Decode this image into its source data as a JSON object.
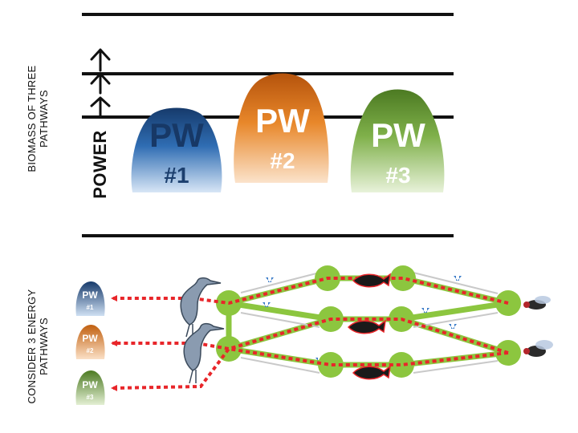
{
  "labels": {
    "biomass": [
      "BIOMASS OF THREE",
      "PATHWAYS"
    ],
    "energy": [
      "CONSIDER 3 ENERGY",
      "PATHWAYS"
    ],
    "power": "POWER"
  },
  "pathways": [
    {
      "abbr": "PW",
      "num": "#1",
      "color": "#2f6db3"
    },
    {
      "abbr": "PW",
      "num": "#2",
      "color": "#e07a1f"
    },
    {
      "abbr": "PW",
      "num": "#3",
      "color": "#6f9e3a"
    }
  ],
  "colors": {
    "lines": "#111111",
    "dotted_arrows": "#e8262a",
    "nodes": "#8cc63f"
  },
  "icons": [
    "up-arrow-icon",
    "heron-icon",
    "fish-icon",
    "fly-icon",
    "snail-icon"
  ]
}
